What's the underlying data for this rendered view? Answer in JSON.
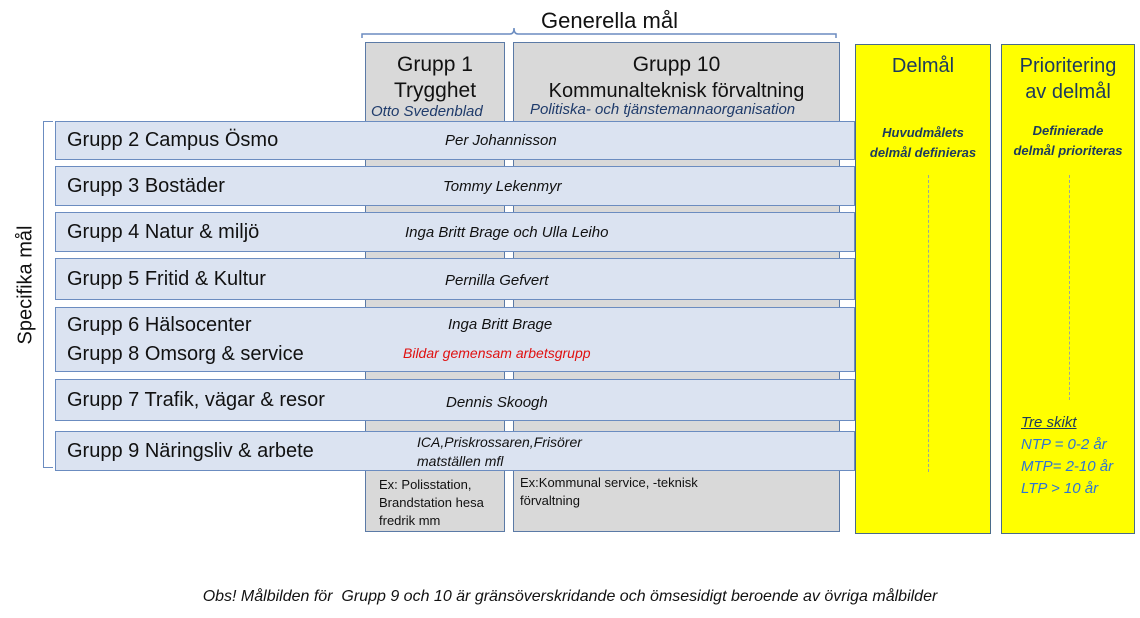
{
  "general_goals_label": "Generella mål",
  "specific_goals_label": "Specifika mål",
  "columns": {
    "group1": {
      "title_line1": "Grupp 1",
      "title_line2": "Trygghet",
      "lead": "Otto Svedenblad",
      "note": [
        "Ex: Polisstation,",
        "Brandstation hesa",
        "fredrik mm"
      ]
    },
    "group10": {
      "title_line1": "Grupp 10",
      "title_line2": "Kommunalteknisk förvaltning",
      "lead": "Politiska- och tjänstemannaorganisation",
      "note": [
        "Ex:Kommunal service, -teknisk",
        "förvaltning"
      ]
    }
  },
  "rows": [
    {
      "label": "Grupp 2 Campus Ösmo",
      "lead": "Per Johannisson"
    },
    {
      "label": "Grupp 3 Bostäder",
      "lead": "Tommy Lekenmyr"
    },
    {
      "label": "Grupp 4 Natur & miljö",
      "lead": "Inga Britt Brage och Ulla Leiho"
    },
    {
      "label": "Grupp 5 Fritid & Kultur",
      "lead": "Pernilla Gefvert"
    },
    {
      "label": "Grupp 6 Hälsocenter",
      "label2": "Grupp 8 Omsorg & service",
      "lead": "Inga Britt Brage",
      "lead2": "Bildar gemensam arbetsgrupp"
    },
    {
      "label": "Grupp 7 Trafik, vägar & resor",
      "lead": "Dennis Skoogh"
    },
    {
      "label": "Grupp 9 Näringsliv & arbete",
      "lead": "ICA,Priskrossaren,Frisörer",
      "lead2": "matställen mfl"
    }
  ],
  "delmal": {
    "title": "Delmål",
    "sub_line1": "Huvudmålets",
    "sub_line2": "delmål definieras"
  },
  "prioritering": {
    "title_line1": "Prioritering",
    "title_line2": "av delmål",
    "sub_line1": "Definierade",
    "sub_line2": "delmål prioriteras",
    "tiers_heading": "Tre skikt",
    "tiers": [
      "NTP = 0-2 år",
      "MTP= 2-10 år",
      "LTP > 10 år"
    ]
  },
  "footnote": "Obs! Målbilden för  Grupp 9 och 10 är gränsöverskridande och ömsesidigt beroende av övriga målbilder",
  "colors": {
    "row_fill": "#dbe3f1",
    "column_fill": "#d9d9d9",
    "highlight": "#ffff00",
    "accent_red": "#e01010",
    "accent_blue": "#2e74d4"
  }
}
